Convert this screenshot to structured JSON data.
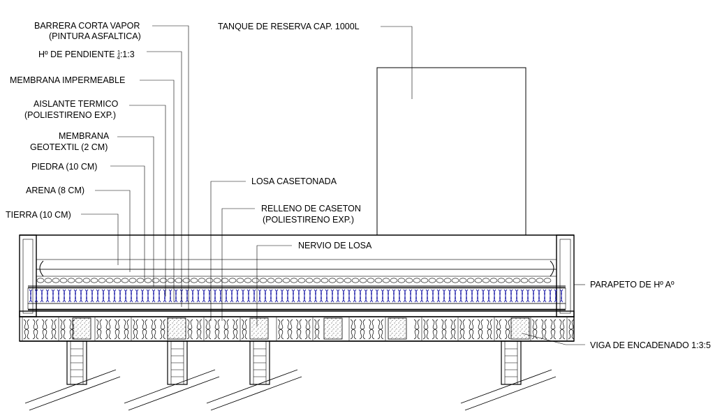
{
  "labels": {
    "barrera_line1": "BARRERA CORTA VAPOR",
    "barrera_line2": "(PINTURA ASFALTICA)",
    "pendiente_prefix": "Hº DE PENDIENTE ",
    "pendiente_num": "1",
    "pendiente_den": "4",
    "pendiente_suffix": ":1:3",
    "membrana_imp": "MEMBRANA IMPERMEABLE",
    "aislante_line1": "AISLANTE TERMICO",
    "aislante_line2": "(POLIESTIRENO EXP.)",
    "geotextil_line1": "MEMBRANA",
    "geotextil_line2": "GEOTEXTIL (2 CM)",
    "piedra": "PIEDRA (10 CM)",
    "arena": "ARENA (8 CM)",
    "tierra": "TIERRA (10 CM)",
    "tanque": "TANQUE DE RESERVA CAP. 1000L",
    "losa": "LOSA CASETONADA",
    "relleno_line1": "RELLENO DE CASETON",
    "relleno_line2": "(POLIESTIRENO EXP.)",
    "nervio": "NERVIO DE LOSA",
    "parapeto": "PARAPETO DE Hº Aº",
    "viga": "VIGA DE ENCADENADO 1:3:5"
  },
  "colors": {
    "line": "#000000",
    "insulation": "#1a1aa8",
    "background": "#ffffff"
  }
}
